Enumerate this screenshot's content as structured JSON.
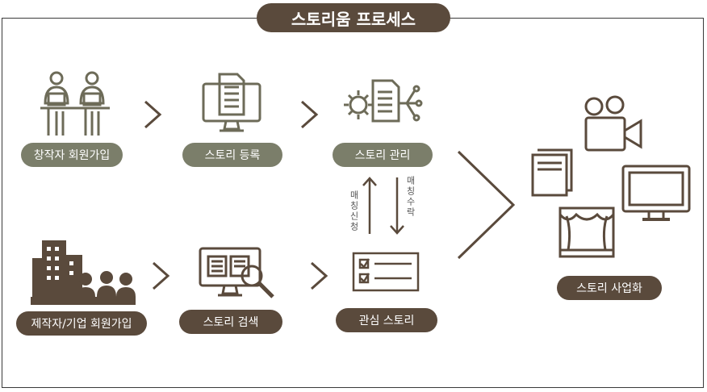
{
  "title": "스토리움 프로세스",
  "steps": {
    "creator_signup": "창작자 회원가입",
    "story_register": "스토리 등록",
    "story_manage": "스토리 관리",
    "producer_signup": "제작자/기업 회원가입",
    "story_search": "스토리 검색",
    "interest_story": "관심 스토리",
    "commercialize": "스토리 사업화"
  },
  "arrows": {
    "match_request": "매칭신청",
    "match_accept": "매칭수락"
  },
  "colors": {
    "green": "#7b7e6a",
    "brown": "#5a4a3c",
    "icon": "#6d6b58",
    "chevron": "#5a4a3c"
  }
}
